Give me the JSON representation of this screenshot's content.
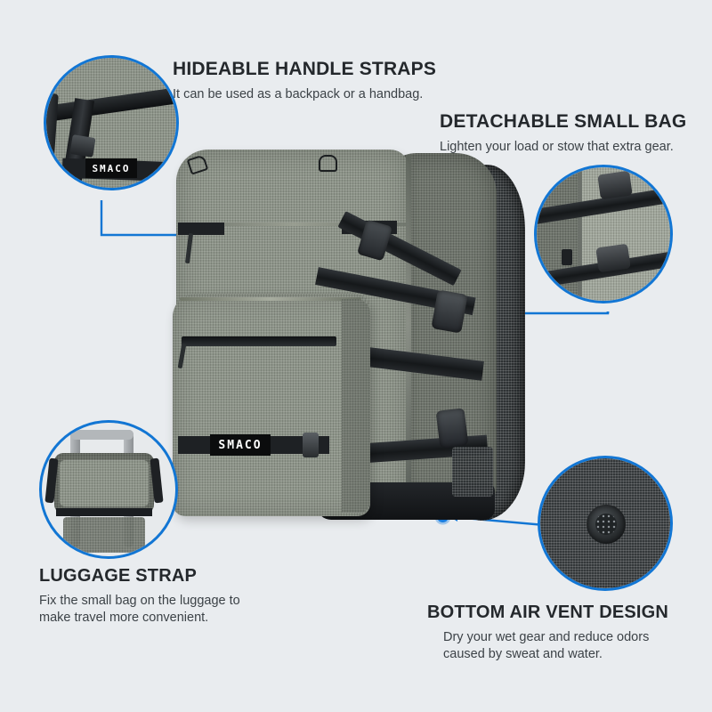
{
  "theme": {
    "background": "#e9ecef",
    "accent_blue": "#1276d4",
    "marker_blue": "#1a7ee0",
    "title_color": "#24282c",
    "body_color": "#3c4247",
    "fabric_gray": "#8d9489",
    "strap_black": "#1e2124",
    "mesh_dark": "#2e3234"
  },
  "brand": {
    "logo_text": "SMACO"
  },
  "callouts": [
    {
      "id": "hideable-handle-straps",
      "title": "HIDEABLE HANDLE STRAPS",
      "desc": "It can be used as a backpack or a handbag.",
      "inset_name": "handle-straps-detail"
    },
    {
      "id": "detachable-small-bag",
      "title": "DETACHABLE SMALL BAG",
      "desc": "Lighten your load or stow that extra gear.",
      "inset_name": "buckle-straps-detail"
    },
    {
      "id": "luggage-strap",
      "title": "LUGGAGE STRAP",
      "desc": "Fix the small bag on the luggage to make travel more convenient.",
      "desc_line1": "Fix the small bag on the luggage to",
      "desc_line2": "make travel more convenient.",
      "inset_name": "luggage-mount-detail"
    },
    {
      "id": "bottom-air-vent-design",
      "title": "BOTTOM AIR VENT DESIGN",
      "desc": "Dry your wet gear and reduce odors caused by sweat and water.",
      "desc_line1": "Dry your wet gear and reduce odors",
      "desc_line2": "caused by sweat and water.",
      "inset_name": "air-vent-detail"
    }
  ],
  "product": {
    "name": "travel-backpack",
    "main_bag_label": "main-backpack",
    "small_bag_label": "detachable-small-bag",
    "shoulder_strap_label": "padded-shoulder-strap"
  }
}
